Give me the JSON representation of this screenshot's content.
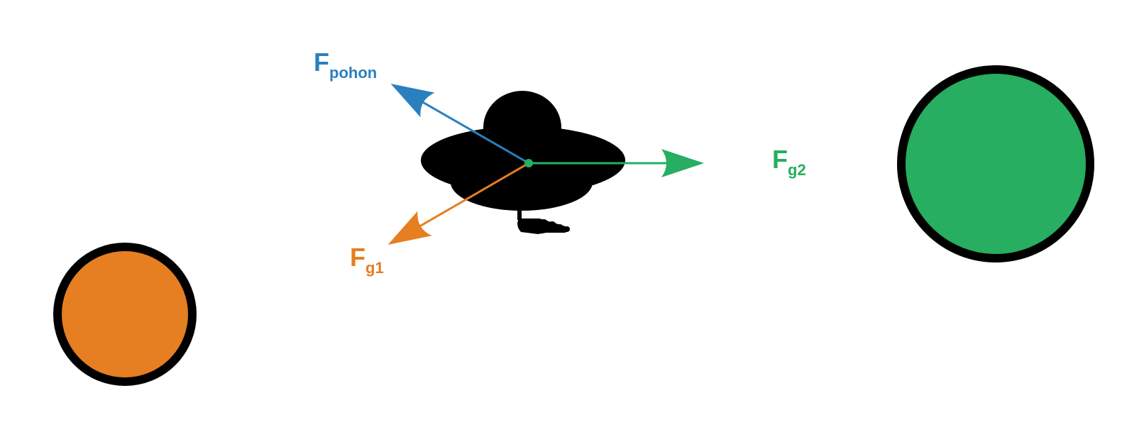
{
  "colors": {
    "propulsion": "#2A80BE",
    "gravity1": "#E67E22",
    "gravity2": "#27AE60",
    "outline": "#000000",
    "background": "#FFFFFF"
  },
  "labels": {
    "propulsion": {
      "main": "F",
      "sub": "pohon"
    },
    "gravity1": {
      "main": "F",
      "sub": "g1"
    },
    "gravity2": {
      "main": "F",
      "sub": "g2"
    }
  }
}
